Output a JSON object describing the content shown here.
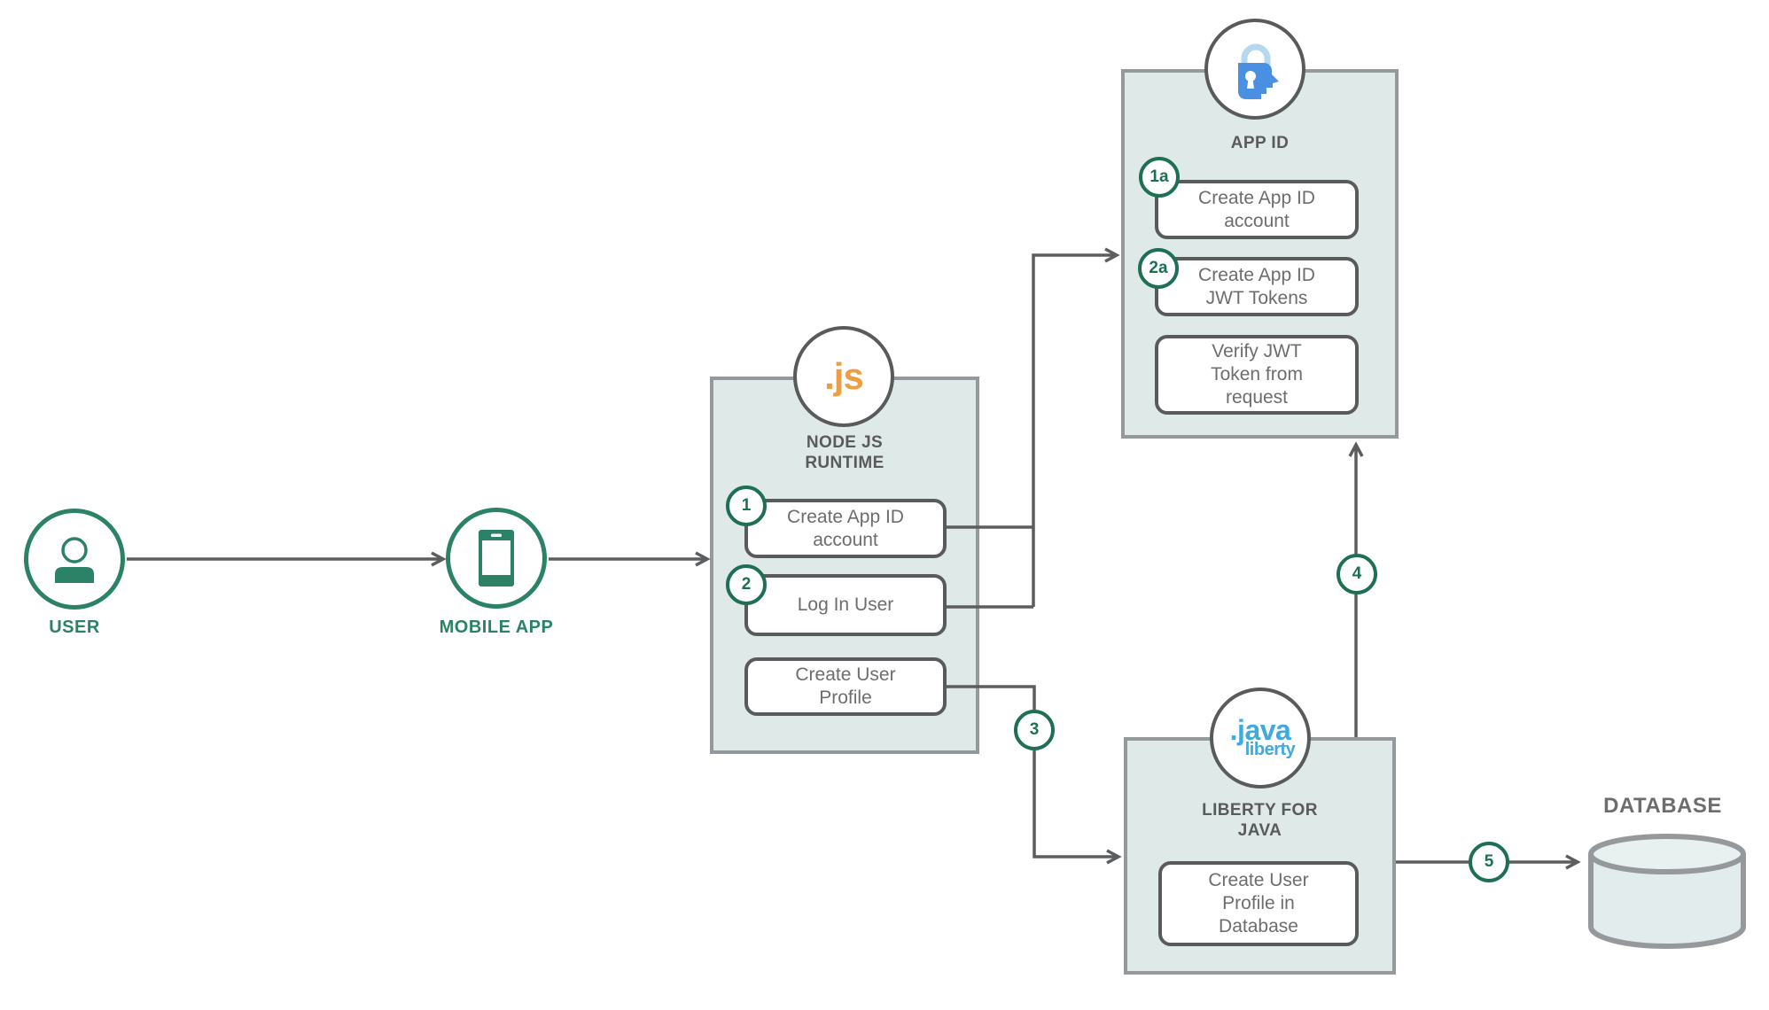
{
  "diagram_title": "App ID authentication flow diagram",
  "colors": {
    "container_fill": "#dfe9e8",
    "container_border": "#96999b",
    "inner_box_border": "#595a5c",
    "inner_box_text": "#6b6d6f",
    "title_text": "#595a5c",
    "wire_gray": "#5c5d5f",
    "accent_green": "#2b8266",
    "badge_green": "#1f6f55",
    "nodejs_orange": "#eb9e45",
    "liberty_blue": "#41a9dd",
    "appid_blue": "#4a90e2",
    "appid_shackle_blue": "#b5d7f0"
  },
  "icons": {
    "user": "user-icon",
    "mobile": "smartphone-icon",
    "node_runtime": "nodejs-icon",
    "app_id": "appid-lock-head-icon",
    "liberty": "java-liberty-icon",
    "database": "database-cylinder-icon"
  },
  "nodes": {
    "user": {
      "label": "USER"
    },
    "mobile_app": {
      "label": "MOBILE APP"
    },
    "node_runtime": {
      "logo": ".js",
      "title_lines": [
        "NODE JS",
        "RUNTIME"
      ],
      "steps": [
        {
          "badge": "1",
          "lines": [
            "Create App ID",
            "account"
          ]
        },
        {
          "badge": "2",
          "lines": [
            "Log In User"
          ]
        },
        {
          "badge": "",
          "lines": [
            "Create User",
            "Profile"
          ]
        }
      ]
    },
    "app_id": {
      "title_lines": [
        "APP ID"
      ],
      "steps": [
        {
          "badge": "1a",
          "lines": [
            "Create App ID",
            "account"
          ]
        },
        {
          "badge": "2a",
          "lines": [
            "Create App ID",
            "JWT Tokens"
          ]
        },
        {
          "badge": "",
          "lines": [
            "Verify JWT",
            "Token from",
            "request"
          ]
        }
      ]
    },
    "liberty": {
      "logo_line1": ".java",
      "logo_line2": "liberty",
      "title_lines": [
        "LIBERTY FOR",
        "JAVA"
      ],
      "steps": [
        {
          "badge": "",
          "lines": [
            "Create User",
            "Profile in",
            "Database"
          ]
        }
      ]
    },
    "database": {
      "label": "DATABASE"
    }
  },
  "connector_badges": {
    "step3": "3",
    "step4": "4",
    "step5": "5"
  }
}
